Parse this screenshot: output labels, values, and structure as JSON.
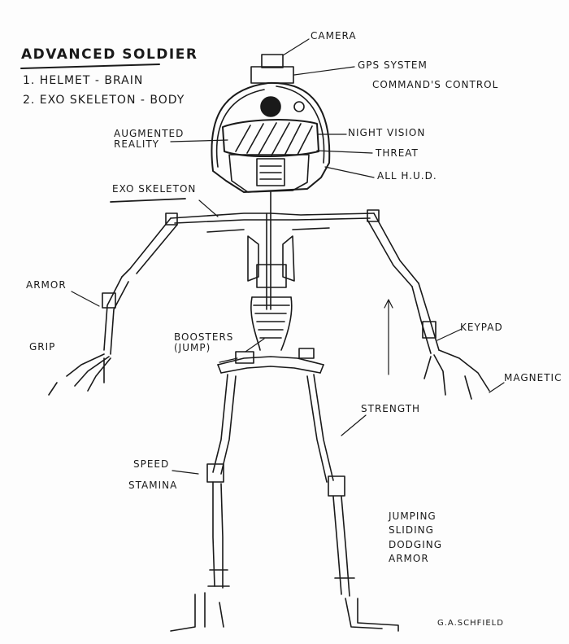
{
  "title": "ADVANCED SOLDIER",
  "components": [
    "1. HELMET - BRAIN",
    "2. EXO SKELETON - BODY"
  ],
  "labels": {
    "camera": "CAMERA",
    "gps": "GPS SYSTEM",
    "command": "COMMAND'S CONTROL",
    "augmented": "AUGMENTED\nREALITY",
    "night_vision": "NIGHT VISION",
    "threat": "THREAT",
    "hud": "ALL H.U.D.",
    "exoskeleton": "EXO SKELETON",
    "armor": "ARMOR",
    "grip": "GRIP",
    "boosters": "BOOSTERS\n(JUMP)",
    "keypad": "KEYPAD",
    "magnetic": "MAGNETIC",
    "strength": "STRENGTH",
    "speed": "SPEED",
    "stamina": "STAMINA",
    "abilities": "JUMPING\nSLIDING\nDODGING\nARMOR",
    "signature": "G.A.SCHFIELD"
  },
  "colors": {
    "ink": "#1a1a1a",
    "paper": "#fdfdfd"
  }
}
